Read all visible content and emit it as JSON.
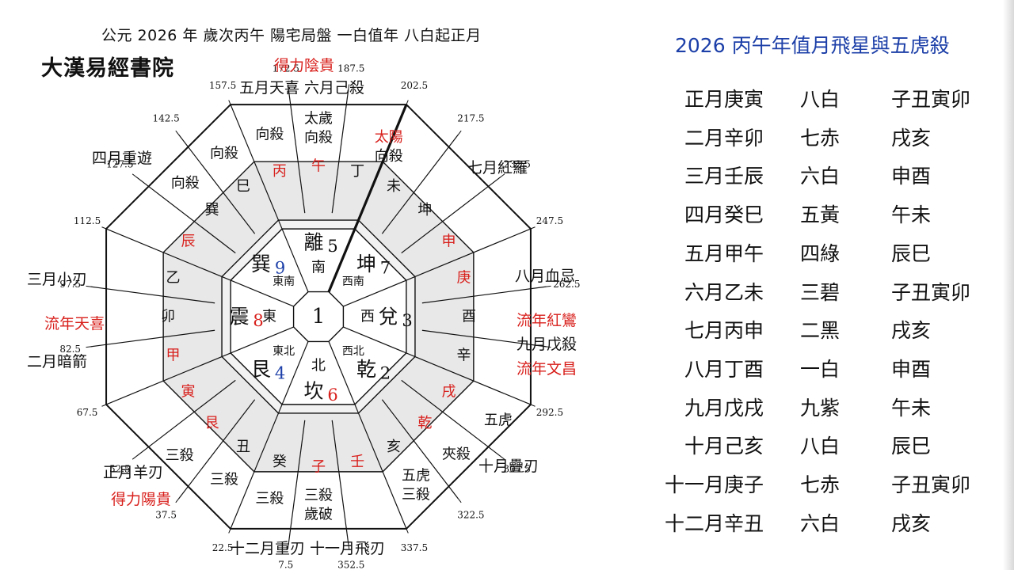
{
  "header": {
    "text": "公元 2026 年  歲次丙午  陽宅局盤  一白值年 八白起正月",
    "brand": "大漢易經書院"
  },
  "colors": {
    "red": "#d8201c",
    "blue": "#1c3fa8",
    "shade": "#e8e8e8"
  },
  "chart": {
    "center_number": "1",
    "degree_labels": [
      "157.5",
      "172.5",
      "187.5",
      "202.5",
      "217.5",
      "232.5",
      "247.5",
      "262.5",
      "292.5",
      "307.5",
      "322.5",
      "337.5",
      "352.5",
      "7.5",
      "22.5",
      "37.5",
      "52.5",
      "67.5",
      "82.5",
      "97.5",
      "112.5",
      "127.5",
      "142.5"
    ],
    "palaces": [
      {
        "gua": "離",
        "num": "5"
      },
      {
        "gua": "坤",
        "num": "7"
      },
      {
        "gua": "兌",
        "num": "3"
      },
      {
        "gua": "乾",
        "num": "2"
      },
      {
        "gua": "坎",
        "num": "6"
      },
      {
        "gua": "艮",
        "num": "4"
      },
      {
        "gua": "震",
        "num": "8"
      },
      {
        "gua": "巽",
        "num": "9"
      }
    ],
    "directions": [
      "南",
      "西南",
      "西",
      "西北",
      "北",
      "東北",
      "東",
      "東南"
    ],
    "mountains": [
      "丙",
      "午",
      "丁",
      "未",
      "坤",
      "申",
      "庚",
      "酉",
      "辛",
      "戌",
      "乾",
      "亥",
      "壬",
      "子",
      "癸",
      "丑",
      "艮",
      "寅",
      "甲",
      "卯",
      "乙",
      "辰",
      "巽",
      "巳"
    ],
    "ring_texts": [
      {
        "lines": [
          "太歲",
          "向殺"
        ]
      },
      {
        "lines": [
          "向殺"
        ]
      },
      {
        "lines": [
          "向殺"
        ]
      },
      {
        "lines": [
          "太陽",
          "向殺"
        ]
      },
      {
        "lines": [
          "向殺"
        ]
      },
      {
        "lines": [
          "五虎"
        ]
      },
      {
        "lines": [
          "夾殺"
        ]
      },
      {
        "lines": [
          "五虎",
          "三殺"
        ]
      },
      {
        "lines": [
          "三殺",
          "歲破"
        ]
      },
      {
        "lines": [
          "三殺"
        ]
      },
      {
        "lines": [
          "三殺"
        ]
      },
      {
        "lines": [
          "三殺"
        ]
      }
    ]
  },
  "outer_labels": [
    {
      "text": "得力陰貴"
    },
    {
      "text": "五月天喜  六月己殺"
    },
    {
      "text": "四月重遊"
    },
    {
      "text": "七月紅羅"
    },
    {
      "text": "三月小刃"
    },
    {
      "text": "八月血忌"
    },
    {
      "text": "流年天喜"
    },
    {
      "text": "流年紅鸞"
    },
    {
      "text": "九月戊殺"
    },
    {
      "text": "二月暗箭"
    },
    {
      "text": "流年文昌"
    },
    {
      "text": "正月羊刃"
    },
    {
      "text": "十月疊刃"
    },
    {
      "text": "得力陽貴"
    },
    {
      "text": "十二月重刃 十一月飛刃"
    }
  ],
  "table": {
    "title": "2026 丙午年值月飛星與五虎殺",
    "rows": [
      {
        "month": "正月庚寅",
        "star": "八白",
        "kill": "子丑寅卯"
      },
      {
        "month": "二月辛卯",
        "star": "七赤",
        "kill": "戌亥"
      },
      {
        "month": "三月壬辰",
        "star": "六白",
        "kill": "申酉"
      },
      {
        "month": "四月癸巳",
        "star": "五黃",
        "kill": "午未"
      },
      {
        "month": "五月甲午",
        "star": "四綠",
        "kill": "辰巳"
      },
      {
        "month": "六月乙未",
        "star": "三碧",
        "kill": "子丑寅卯"
      },
      {
        "month": "七月丙申",
        "star": "二黑",
        "kill": "戌亥"
      },
      {
        "month": "八月丁酉",
        "star": "一白",
        "kill": "申酉"
      },
      {
        "month": "九月戊戌",
        "star": "九紫",
        "kill": "午未"
      },
      {
        "month": "十月己亥",
        "star": "八白",
        "kill": "辰巳"
      },
      {
        "month": "十一月庚子",
        "star": "七赤",
        "kill": "子丑寅卯"
      },
      {
        "month": "十二月辛丑",
        "star": "六白",
        "kill": "戌亥"
      }
    ]
  }
}
